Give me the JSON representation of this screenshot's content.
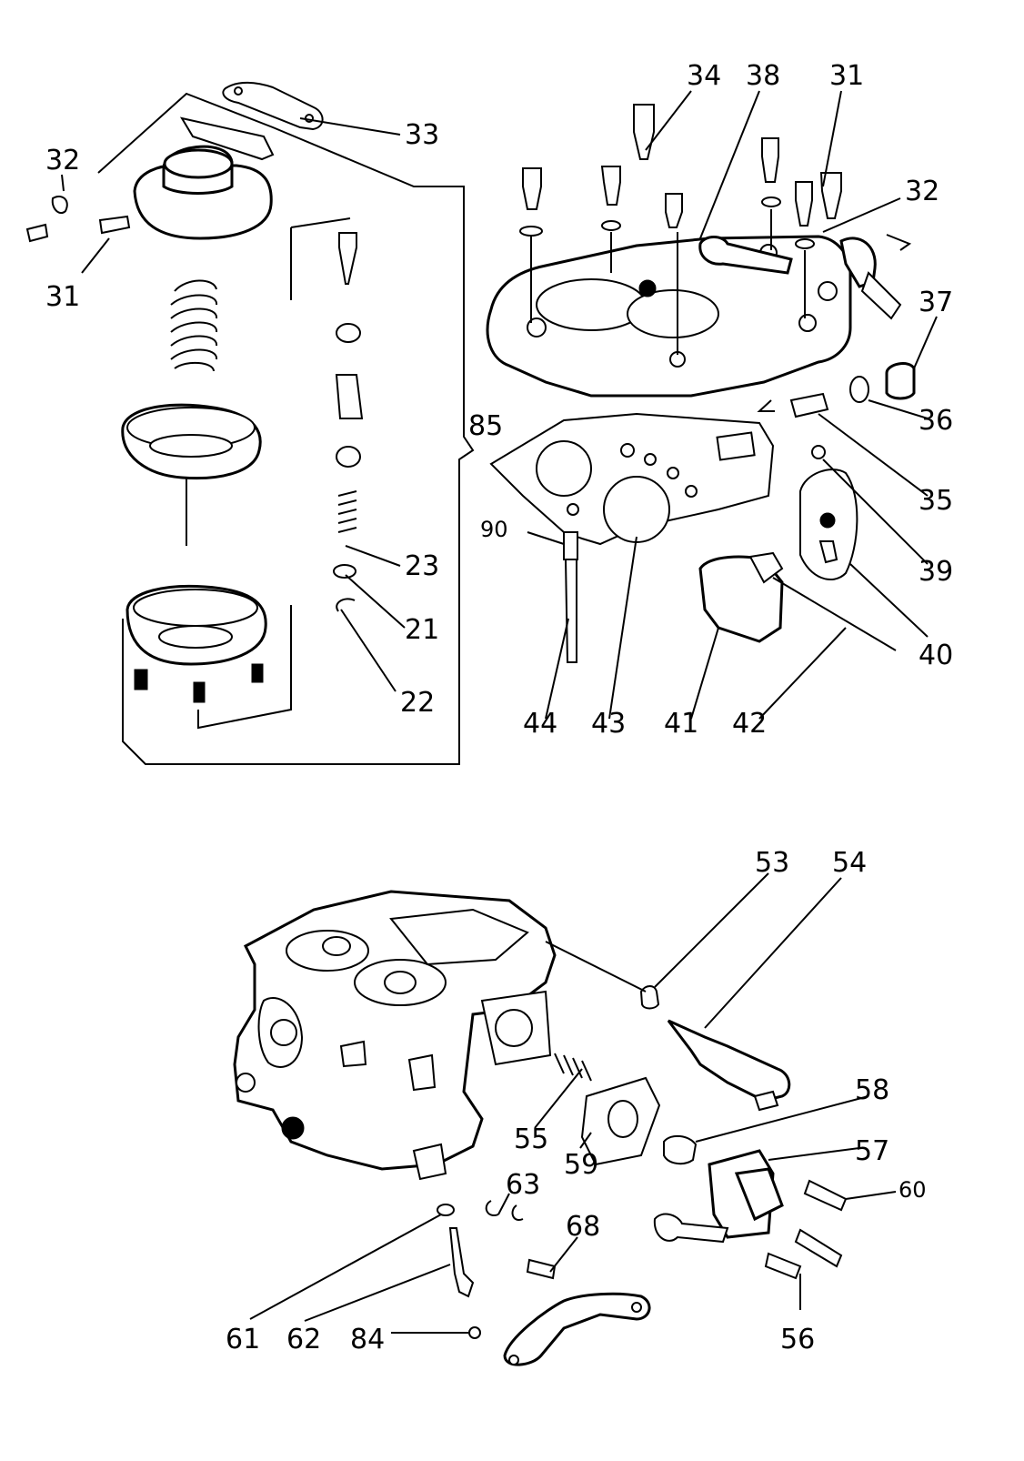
{
  "callouts": [
    {
      "id": "c31a",
      "text": "31"
    },
    {
      "id": "c32a",
      "text": "32"
    },
    {
      "id": "c33",
      "text": "33"
    },
    {
      "id": "c23",
      "text": "23"
    },
    {
      "id": "c21",
      "text": "21"
    },
    {
      "id": "c22",
      "text": "22"
    },
    {
      "id": "c85",
      "text": "85"
    },
    {
      "id": "c34",
      "text": "34"
    },
    {
      "id": "c38",
      "text": "38"
    },
    {
      "id": "c31b",
      "text": "31"
    },
    {
      "id": "c32b",
      "text": "32"
    },
    {
      "id": "c37",
      "text": "37"
    },
    {
      "id": "c36",
      "text": "36"
    },
    {
      "id": "c35",
      "text": "35"
    },
    {
      "id": "c39",
      "text": "39"
    },
    {
      "id": "c40",
      "text": "40"
    },
    {
      "id": "c90",
      "text": "90"
    },
    {
      "id": "c44",
      "text": "44"
    },
    {
      "id": "c43",
      "text": "43"
    },
    {
      "id": "c41",
      "text": "41"
    },
    {
      "id": "c42",
      "text": "42"
    },
    {
      "id": "c53",
      "text": "53"
    },
    {
      "id": "c54",
      "text": "54"
    },
    {
      "id": "c58",
      "text": "58"
    },
    {
      "id": "c57",
      "text": "57"
    },
    {
      "id": "c60",
      "text": "60"
    },
    {
      "id": "c55",
      "text": "55"
    },
    {
      "id": "c59",
      "text": "59"
    },
    {
      "id": "c63",
      "text": "63"
    },
    {
      "id": "c68",
      "text": "68"
    },
    {
      "id": "c56",
      "text": "56"
    },
    {
      "id": "c61",
      "text": "61"
    },
    {
      "id": "c62",
      "text": "62"
    },
    {
      "id": "c84",
      "text": "84"
    }
  ]
}
